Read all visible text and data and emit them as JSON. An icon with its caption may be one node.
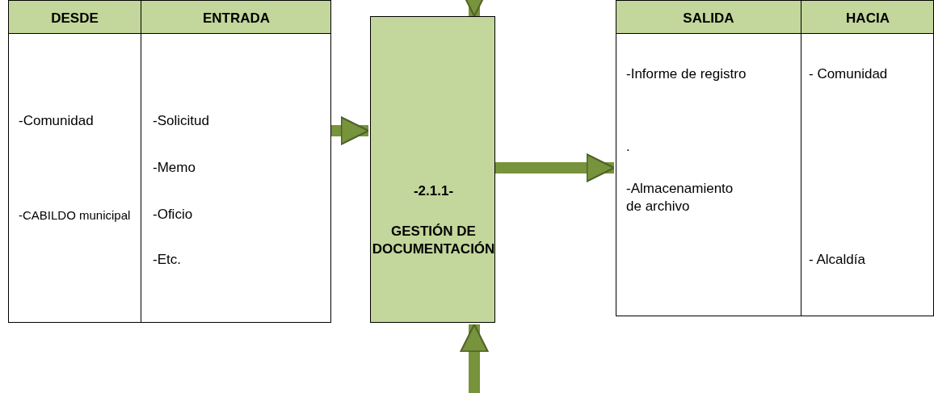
{
  "diagram": {
    "nodes": [
      {
        "text": [
          "DESDE",
          "ENTRADA",
          "-Comunidad",
          "-CABILDO municipal",
          "-Solicitud",
          "-Memo",
          "-Oficio",
          "-Etc."
        ]
      },
      {
        "text": [
          "-2.1.1-",
          "GESTIÓN DE DOCUMENTACIÓN"
        ]
      },
      {
        "text": [
          "SALIDA",
          "HACIA",
          "-Informe de registro",
          ".",
          "-Almacenamiento de archivo",
          "- Comunidad",
          "- Alcaldía"
        ]
      }
    ],
    "edges": [
      {
        "from": 0,
        "to": 1,
        "arrow": "to"
      },
      {
        "from": 1,
        "to": 2,
        "arrow": "to"
      },
      {
        "from": null,
        "to": 1,
        "arrow": "to"
      },
      {
        "from": null,
        "to": 1,
        "arrow": "to"
      }
    ]
  }
}
